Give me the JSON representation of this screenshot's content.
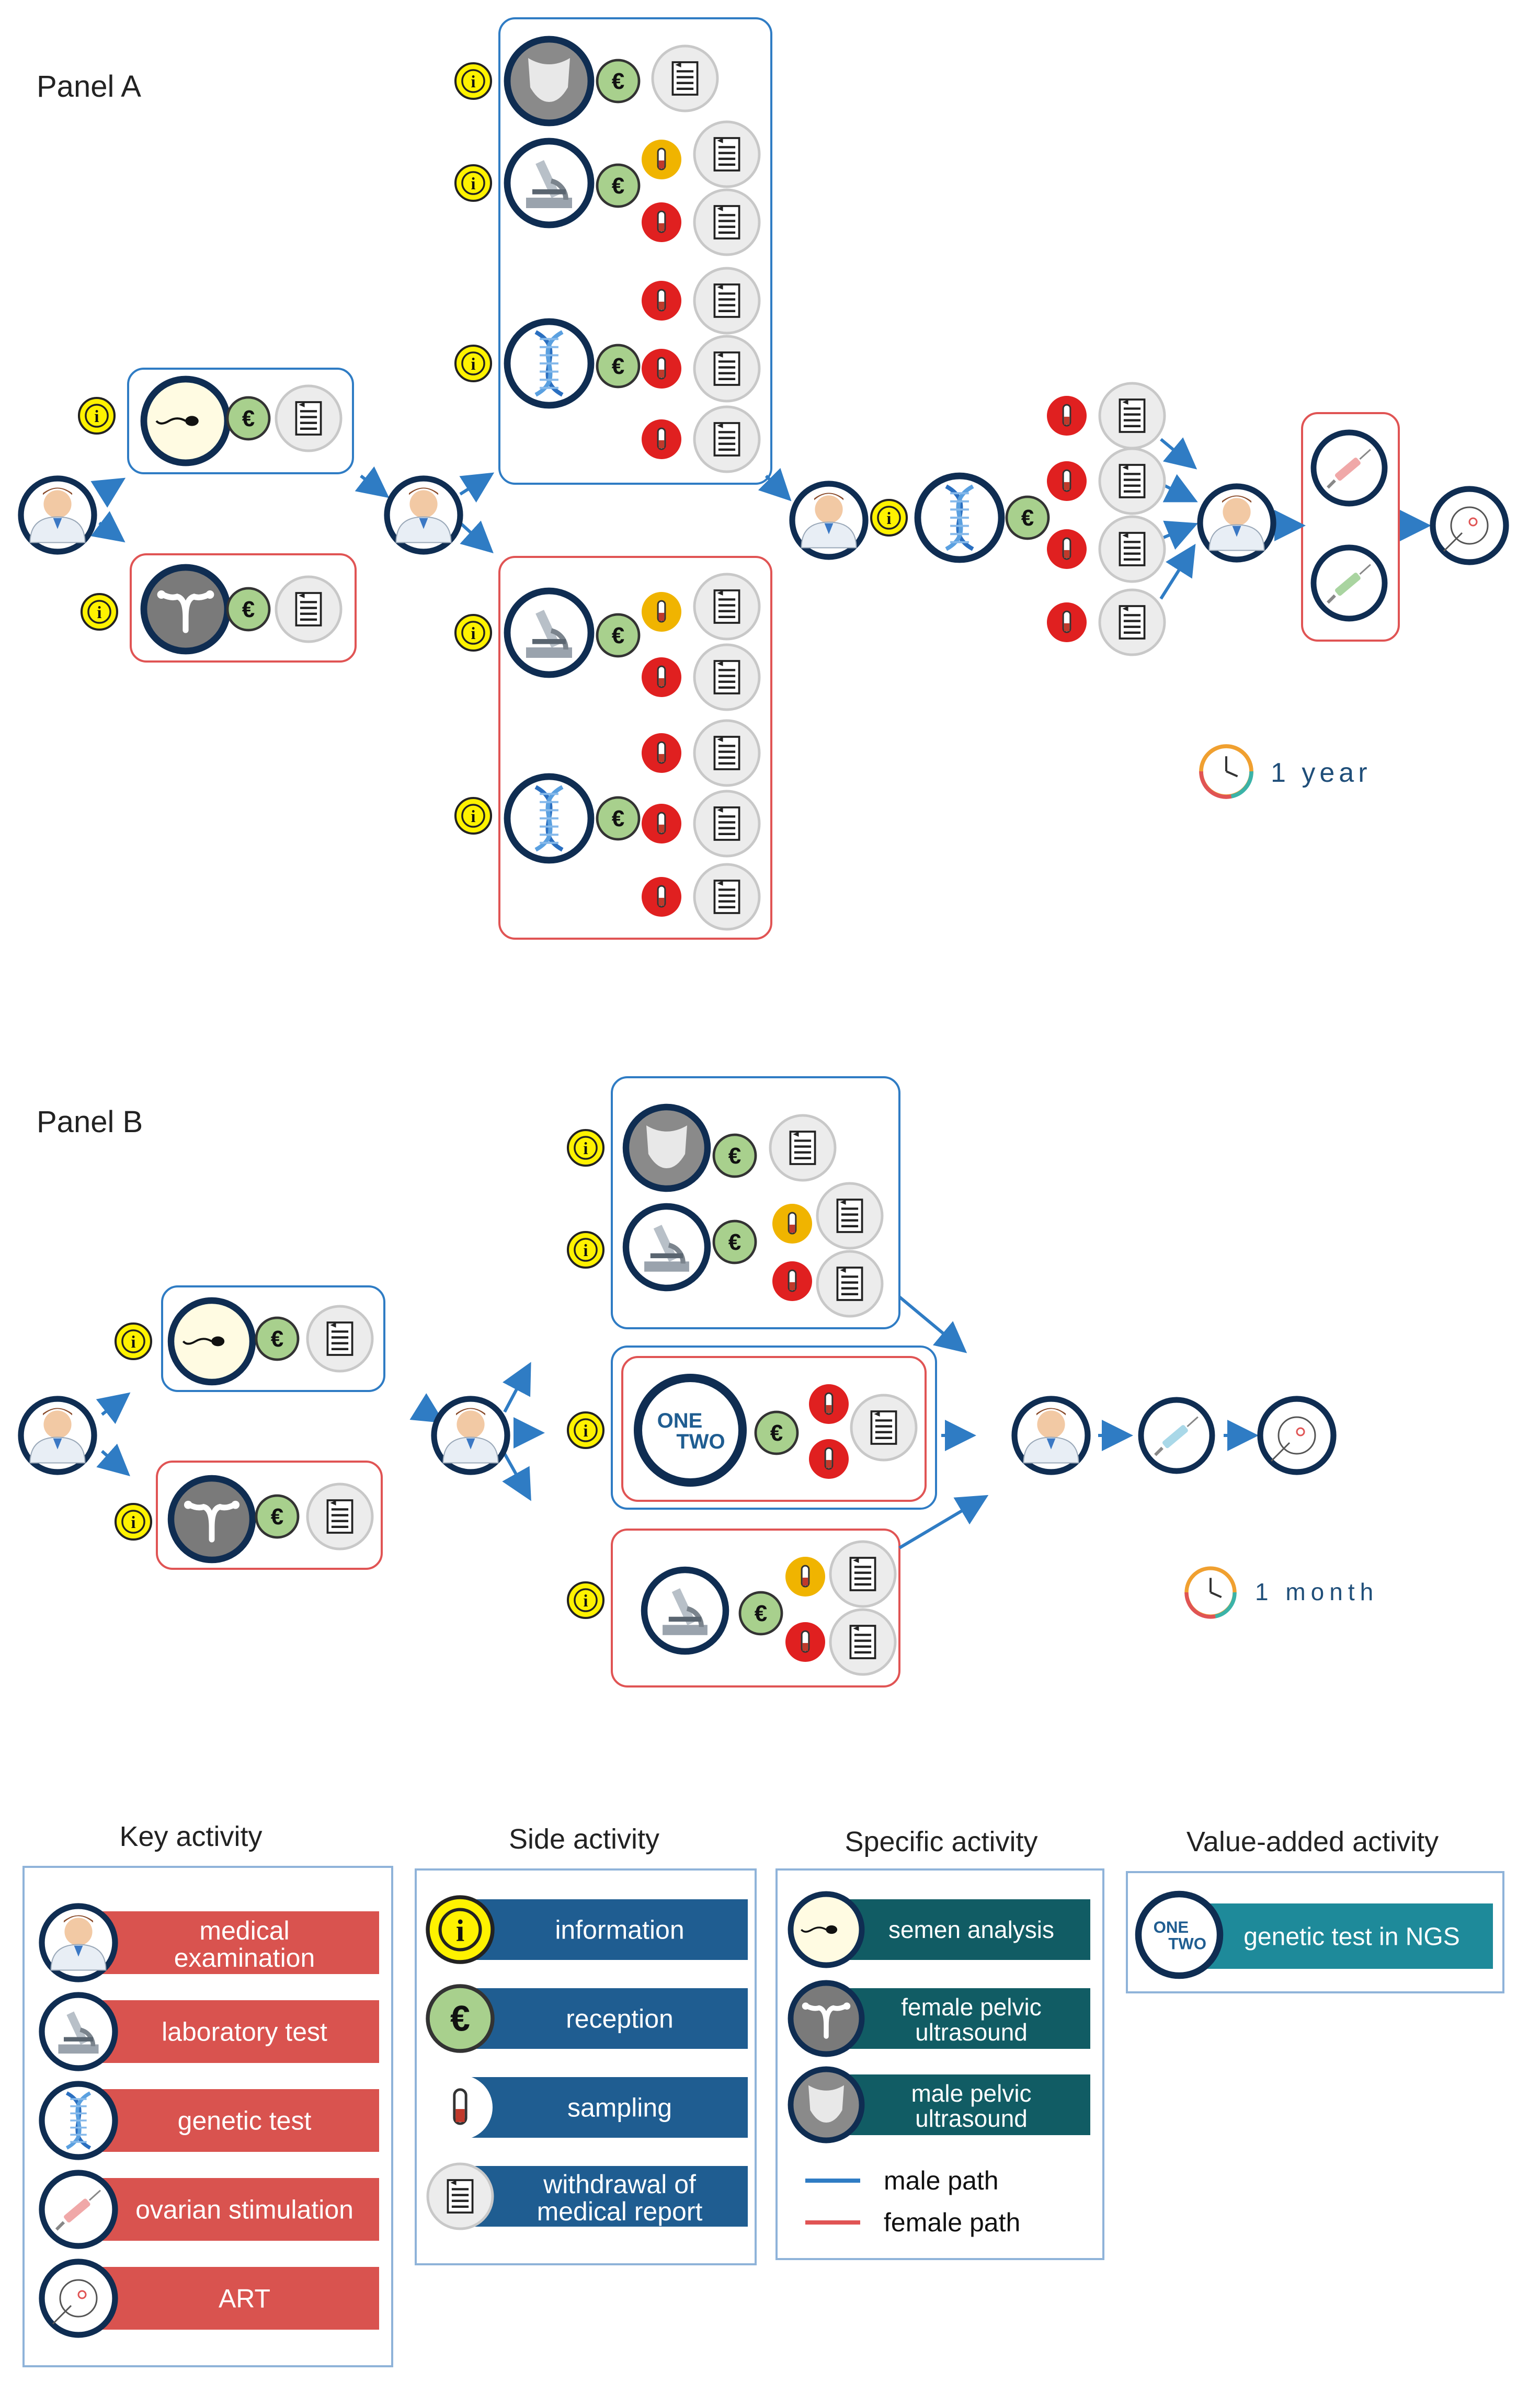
{
  "panels": {
    "a": {
      "label": "Panel A",
      "duration": "1 year"
    },
    "b": {
      "label": "Panel B",
      "duration": "1 month"
    }
  },
  "symbols": {
    "information": "i",
    "reception": "€",
    "ngs_logo_top": "ONE",
    "ngs_logo_bottom": "TWO"
  },
  "colors": {
    "male_path": "#2f7cc4",
    "female_path": "#e05454",
    "key_activity": "#d9534f",
    "side_activity": "#1f5d91",
    "specific_activity": "#115c64",
    "value_added_activity": "#1e8a9a",
    "node_ring": "#0f2d52",
    "info_fill": "#fff200",
    "reception_fill": "#a8d08d",
    "sampling_red": "#e02020",
    "sampling_orange": "#f0b400"
  },
  "legend": {
    "key": {
      "title": "Key activity",
      "items": [
        {
          "icon": "doctor-icon",
          "line1": "medical",
          "line2": "examination"
        },
        {
          "icon": "microscope-icon",
          "line1": "laboratory test",
          "line2": ""
        },
        {
          "icon": "dna-icon",
          "line1": "genetic test",
          "line2": ""
        },
        {
          "icon": "syringe-icon",
          "line1": "ovarian stimulation",
          "line2": ""
        },
        {
          "icon": "egg-cell-icon",
          "line1": "ART",
          "line2": ""
        }
      ]
    },
    "side": {
      "title": "Side activity",
      "items": [
        {
          "icon": "info-icon",
          "line1": "information",
          "line2": ""
        },
        {
          "icon": "euro-icon",
          "line1": "reception",
          "line2": ""
        },
        {
          "icon": "test-tube-icon",
          "line1": "sampling",
          "line2": ""
        },
        {
          "icon": "medical-report-icon",
          "line1": "withdrawal of",
          "line2": "medical report"
        }
      ]
    },
    "specific": {
      "title": "Specific activity",
      "items": [
        {
          "icon": "sperm-icon",
          "line1": "semen analysis",
          "line2": ""
        },
        {
          "icon": "uterus-icon",
          "line1": "female pelvic",
          "line2": "ultrasound"
        },
        {
          "icon": "male-pelvis-icon",
          "line1": "male pelvic",
          "line2": "ultrasound"
        }
      ],
      "paths": [
        {
          "label": "male path",
          "kind": "male"
        },
        {
          "label": "female path",
          "kind": "female"
        }
      ]
    },
    "value_added": {
      "title": "Value-added activity",
      "items": [
        {
          "icon": "ngs-logo-icon",
          "line1": "genetic test in NGS",
          "line2": ""
        }
      ]
    }
  }
}
